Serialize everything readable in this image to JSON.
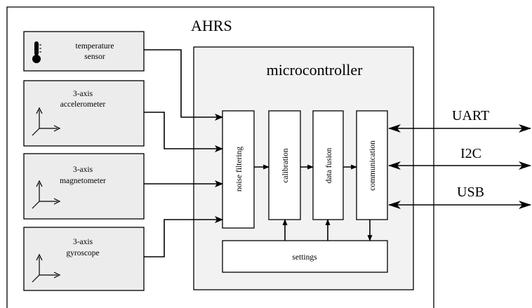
{
  "ahrs": {
    "title": "AHRS"
  },
  "sensors": [
    {
      "id": "temperature",
      "line1": "temperature",
      "line2": "sensor",
      "icon": "thermometer-icon"
    },
    {
      "id": "accelerometer",
      "line1": "3-axis",
      "line2": "accelerometer",
      "icon": "axes-icon"
    },
    {
      "id": "magnetometer",
      "line1": "3-axis",
      "line2": "magnetometer",
      "icon": "axes-icon"
    },
    {
      "id": "gyroscope",
      "line1": "3-axis",
      "line2": "gyroscope",
      "icon": "axes-icon"
    }
  ],
  "microcontroller": {
    "title": "microcontroller",
    "stages": [
      "noise filtering",
      "calibration",
      "data fusion",
      "communication"
    ],
    "settings": "settings"
  },
  "interfaces": [
    "UART",
    "I2C",
    "USB"
  ],
  "colors": {
    "sensor_fill": "#ececec",
    "microcontroller_fill": "#f2f2f2",
    "stage_fill": "#ffffff",
    "line": "#000000"
  }
}
